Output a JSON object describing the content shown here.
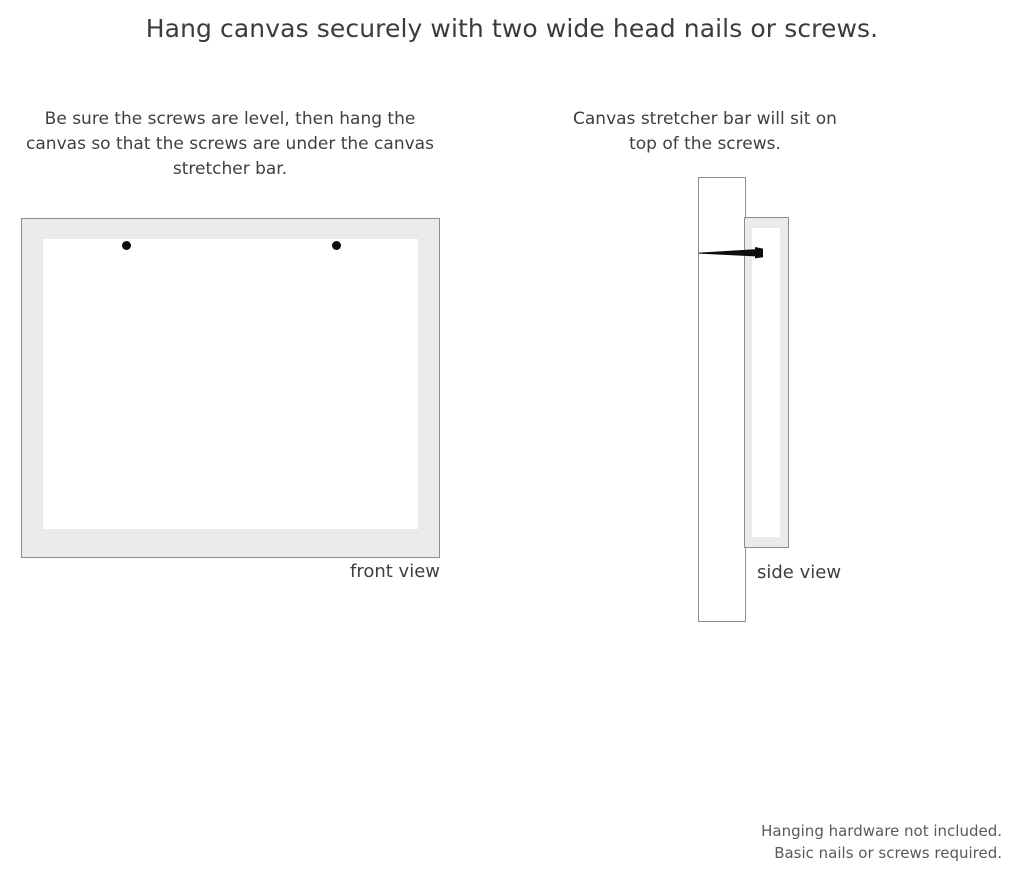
{
  "title": "Hang canvas securely with two wide head nails or screws.",
  "captions": {
    "left": "Be sure the screws are level, then hang the canvas so that the screws are under the canvas stretcher bar.",
    "right": "Canvas stretcher bar will sit on top of the screws."
  },
  "labels": {
    "front_view": "front view",
    "side_view": "side view"
  },
  "footer": {
    "line1": "Hanging hardware not included.",
    "line2": "Basic nails or screws required."
  },
  "colors": {
    "frame_fill": "#ebebeb",
    "frame_border": "#8d8d8d",
    "inner_fill": "#ffffff",
    "screw": "#0d0d0d",
    "title_text": "#3c3c3c",
    "body_text": "#3f3f3f",
    "footer_text": "#5a5a5a",
    "background": "#ffffff"
  },
  "diagram": {
    "front": {
      "screw_count": 2,
      "screw_positions": [
        "left",
        "right"
      ]
    },
    "side": {
      "parts": [
        "wall",
        "canvas-stretcher-bar",
        "screw"
      ]
    }
  }
}
